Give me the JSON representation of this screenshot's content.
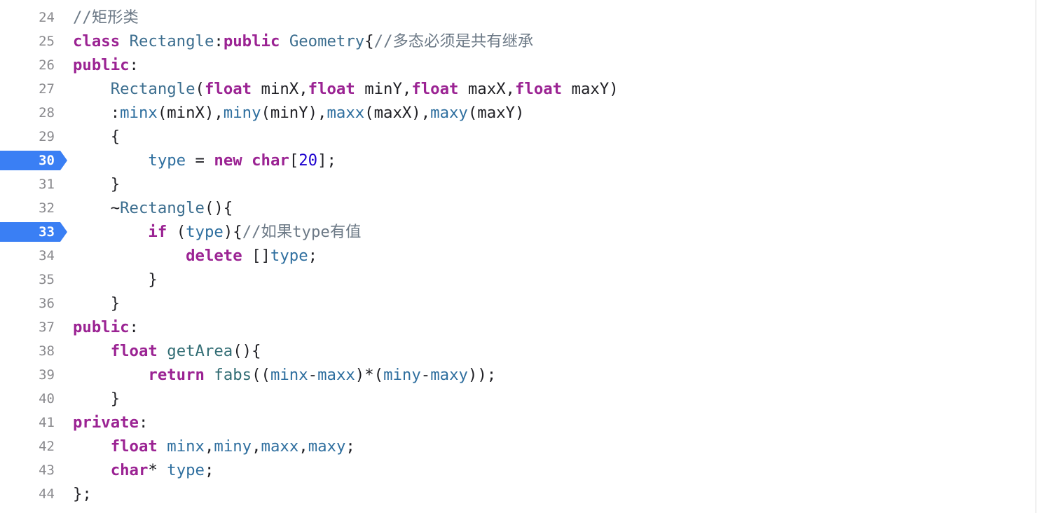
{
  "editor": {
    "lines": [
      {
        "num": "24",
        "breakpoint": false,
        "tokens": [
          {
            "t": "//矩形类",
            "c": "cm"
          }
        ]
      },
      {
        "num": "25",
        "breakpoint": false,
        "tokens": [
          {
            "t": "class",
            "c": "kw"
          },
          {
            "t": " "
          },
          {
            "t": "Rectangle",
            "c": "ty"
          },
          {
            "t": ":"
          },
          {
            "t": "public",
            "c": "kw"
          },
          {
            "t": " "
          },
          {
            "t": "Geometry",
            "c": "ty"
          },
          {
            "t": "{"
          },
          {
            "t": "//多态必须是共有继承",
            "c": "cm"
          }
        ]
      },
      {
        "num": "26",
        "breakpoint": false,
        "tokens": [
          {
            "t": "public",
            "c": "kw"
          },
          {
            "t": ":"
          }
        ]
      },
      {
        "num": "27",
        "breakpoint": false,
        "tokens": [
          {
            "t": "    "
          },
          {
            "t": "Rectangle",
            "c": "ty"
          },
          {
            "t": "("
          },
          {
            "t": "float",
            "c": "kw"
          },
          {
            "t": " minX,"
          },
          {
            "t": "float",
            "c": "kw"
          },
          {
            "t": " minY,"
          },
          {
            "t": "float",
            "c": "kw"
          },
          {
            "t": " maxX,"
          },
          {
            "t": "float",
            "c": "kw"
          },
          {
            "t": " maxY)"
          }
        ]
      },
      {
        "num": "28",
        "breakpoint": false,
        "tokens": [
          {
            "t": "    :"
          },
          {
            "t": "minx",
            "c": "mb"
          },
          {
            "t": "(minX),"
          },
          {
            "t": "miny",
            "c": "mb"
          },
          {
            "t": "(minY),"
          },
          {
            "t": "maxx",
            "c": "mb"
          },
          {
            "t": "(maxX),"
          },
          {
            "t": "maxy",
            "c": "mb"
          },
          {
            "t": "(maxY)"
          }
        ]
      },
      {
        "num": "29",
        "breakpoint": false,
        "tokens": [
          {
            "t": "    {"
          }
        ]
      },
      {
        "num": "30",
        "breakpoint": true,
        "tokens": [
          {
            "t": "        "
          },
          {
            "t": "type",
            "c": "mb"
          },
          {
            "t": " = "
          },
          {
            "t": "new",
            "c": "kw"
          },
          {
            "t": " "
          },
          {
            "t": "char",
            "c": "kw"
          },
          {
            "t": "["
          },
          {
            "t": "20",
            "c": "num"
          },
          {
            "t": "];"
          }
        ]
      },
      {
        "num": "31",
        "breakpoint": false,
        "tokens": [
          {
            "t": "    }"
          }
        ]
      },
      {
        "num": "32",
        "breakpoint": false,
        "tokens": [
          {
            "t": "    ~"
          },
          {
            "t": "Rectangle",
            "c": "ty"
          },
          {
            "t": "(){"
          }
        ]
      },
      {
        "num": "33",
        "breakpoint": true,
        "tokens": [
          {
            "t": "        "
          },
          {
            "t": "if",
            "c": "kw"
          },
          {
            "t": " ("
          },
          {
            "t": "type",
            "c": "mb"
          },
          {
            "t": "){"
          },
          {
            "t": "//如果type有值",
            "c": "cm"
          }
        ]
      },
      {
        "num": "34",
        "breakpoint": false,
        "tokens": [
          {
            "t": "            "
          },
          {
            "t": "delete",
            "c": "kw"
          },
          {
            "t": " []"
          },
          {
            "t": "type",
            "c": "mb"
          },
          {
            "t": ";"
          }
        ]
      },
      {
        "num": "35",
        "breakpoint": false,
        "tokens": [
          {
            "t": "        }"
          }
        ]
      },
      {
        "num": "36",
        "breakpoint": false,
        "tokens": [
          {
            "t": "    }"
          }
        ]
      },
      {
        "num": "37",
        "breakpoint": false,
        "tokens": [
          {
            "t": "public",
            "c": "kw"
          },
          {
            "t": ":"
          }
        ]
      },
      {
        "num": "38",
        "breakpoint": false,
        "tokens": [
          {
            "t": "    "
          },
          {
            "t": "float",
            "c": "kw"
          },
          {
            "t": " "
          },
          {
            "t": "getArea",
            "c": "fn"
          },
          {
            "t": "(){"
          }
        ]
      },
      {
        "num": "39",
        "breakpoint": false,
        "tokens": [
          {
            "t": "        "
          },
          {
            "t": "return",
            "c": "kw"
          },
          {
            "t": " "
          },
          {
            "t": "fabs",
            "c": "fn"
          },
          {
            "t": "(("
          },
          {
            "t": "minx",
            "c": "mb"
          },
          {
            "t": "-"
          },
          {
            "t": "maxx",
            "c": "mb"
          },
          {
            "t": ")*("
          },
          {
            "t": "miny",
            "c": "mb"
          },
          {
            "t": "-"
          },
          {
            "t": "maxy",
            "c": "mb"
          },
          {
            "t": "));"
          }
        ]
      },
      {
        "num": "40",
        "breakpoint": false,
        "tokens": [
          {
            "t": "    }"
          }
        ]
      },
      {
        "num": "41",
        "breakpoint": false,
        "tokens": [
          {
            "t": "private",
            "c": "kw"
          },
          {
            "t": ":"
          }
        ]
      },
      {
        "num": "42",
        "breakpoint": false,
        "tokens": [
          {
            "t": "    "
          },
          {
            "t": "float",
            "c": "kw"
          },
          {
            "t": " "
          },
          {
            "t": "minx",
            "c": "mb"
          },
          {
            "t": ","
          },
          {
            "t": "miny",
            "c": "mb"
          },
          {
            "t": ","
          },
          {
            "t": "maxx",
            "c": "mb"
          },
          {
            "t": ","
          },
          {
            "t": "maxy",
            "c": "mb"
          },
          {
            "t": ";"
          }
        ]
      },
      {
        "num": "43",
        "breakpoint": false,
        "tokens": [
          {
            "t": "    "
          },
          {
            "t": "char",
            "c": "kw"
          },
          {
            "t": "* "
          },
          {
            "t": "type",
            "c": "mb"
          },
          {
            "t": ";"
          }
        ]
      },
      {
        "num": "44",
        "breakpoint": false,
        "tokens": [
          {
            "t": "};"
          }
        ]
      }
    ]
  },
  "colors": {
    "keyword": "#9b2393",
    "type": "#3c6e8f",
    "function": "#326d74",
    "member": "#2f6f9f",
    "number": "#1c00cf",
    "comment": "#6c7986",
    "plain": "#1f1f24",
    "line_number": "#8a8a8e",
    "breakpoint": "#3a7ff4"
  }
}
